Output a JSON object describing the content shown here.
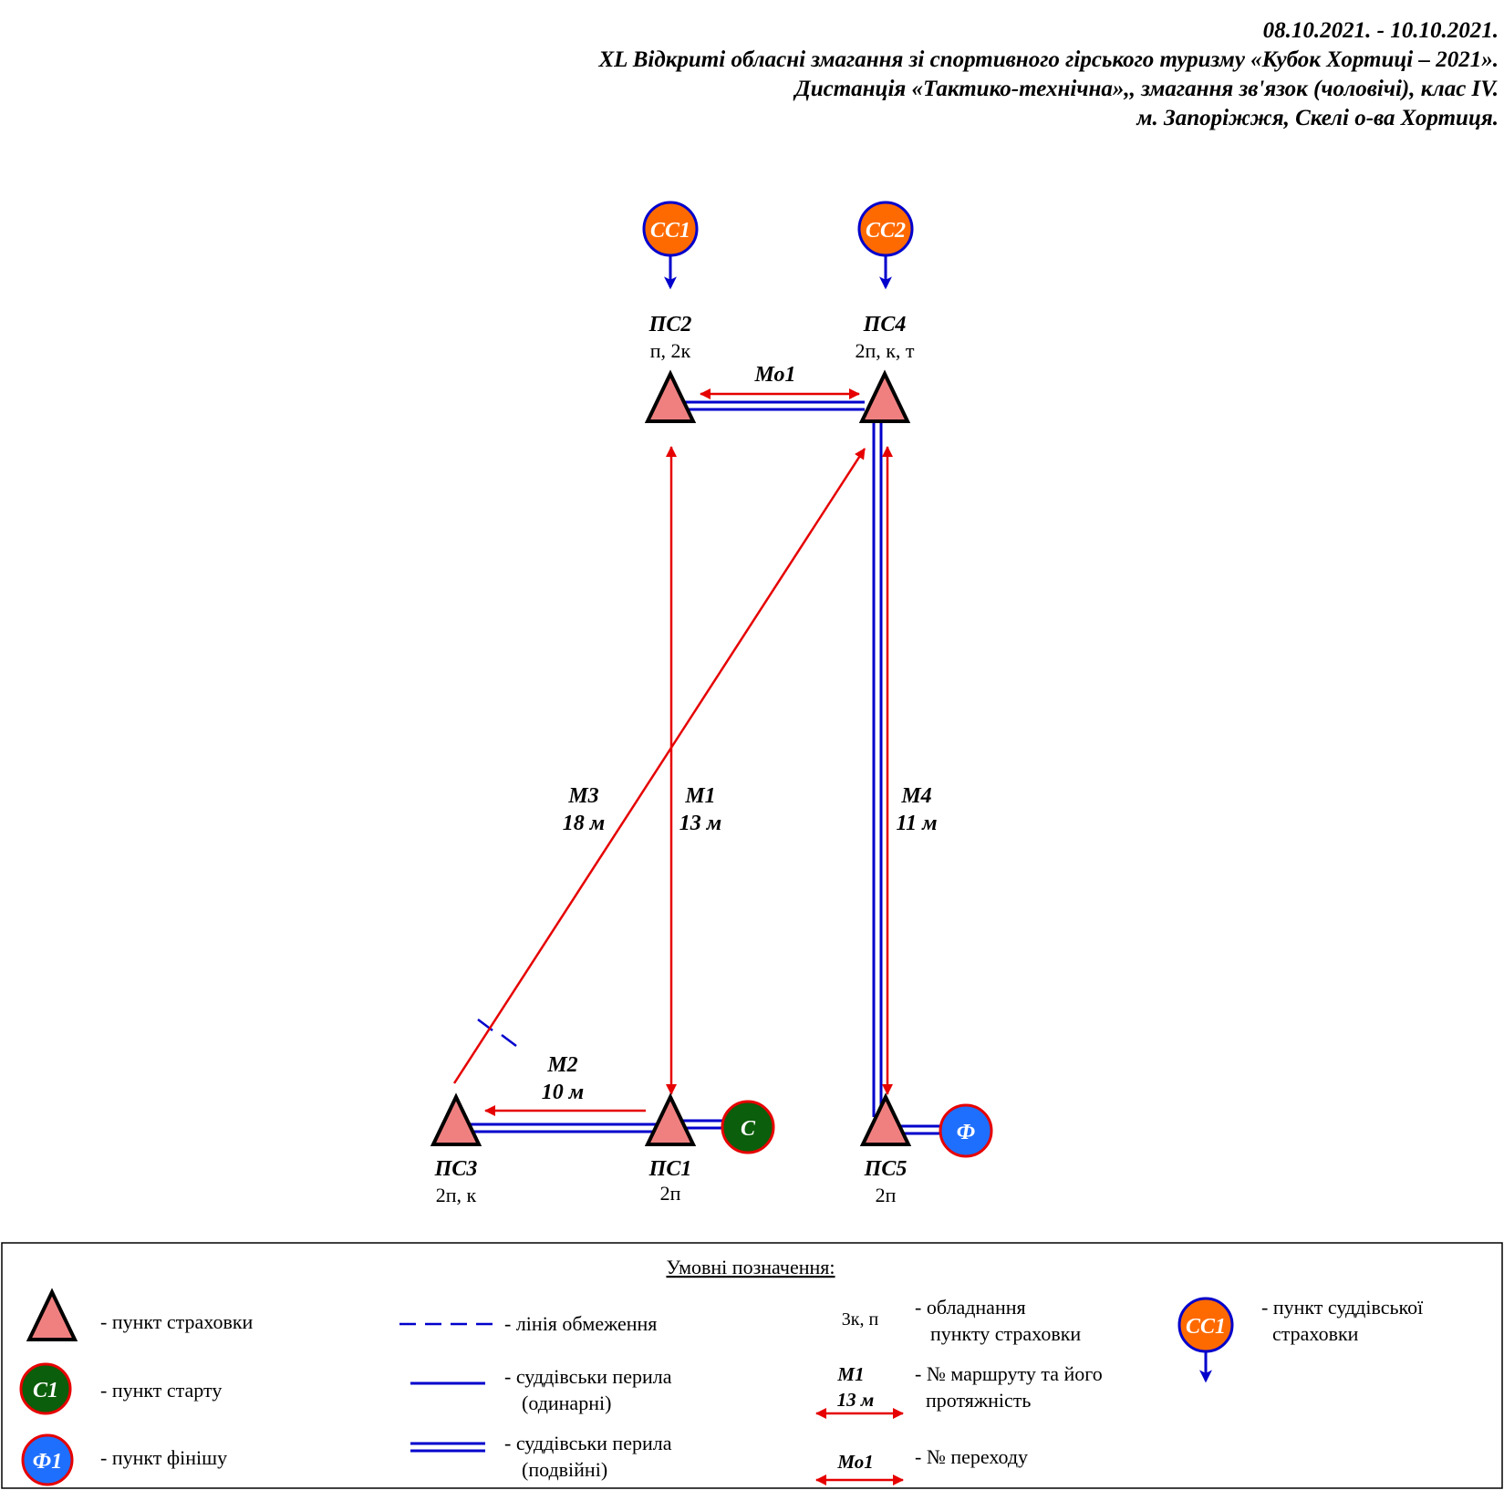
{
  "header": {
    "line1": "08.10.2021. - 10.10.2021.",
    "line2": "XL Відкриті обласні змагання зі спортивного гірського туризму «Кубок Хортиці – 2021».",
    "line3": "Дистанція «Тактико-технічна»,, змагання зв'язок (чоловічі), клас IV.",
    "line4": "м. Запоріжжя, Скелі о-ва Хортиця."
  },
  "colors": {
    "triangle_fill": "#f08080",
    "route_red": "#e60000",
    "rope_blue": "#0000cc",
    "start_green": "#0b5e0b",
    "finish_blue": "#1f6fff",
    "judge_orange": "#ff6a00"
  },
  "diagram": {
    "judges": [
      {
        "id": "cc1",
        "label": "СС1"
      },
      {
        "id": "cc2",
        "label": "СС2"
      }
    ],
    "points": {
      "ps1": {
        "name": "ПС1",
        "equip": "2п"
      },
      "ps2": {
        "name": "ПС2",
        "equip": "п, 2к"
      },
      "ps3": {
        "name": "ПС3",
        "equip": "2п, к"
      },
      "ps4": {
        "name": "ПС4",
        "equip": "2п, к, т"
      },
      "ps5": {
        "name": "ПС5",
        "equip": "2п"
      }
    },
    "start_label": "С",
    "finish_label": "Ф",
    "routes": {
      "mo1": {
        "name": "Мо1"
      },
      "m1": {
        "name": "М1",
        "length": "13 м"
      },
      "m2": {
        "name": "М2",
        "length": "10 м"
      },
      "m3": {
        "name": "М3",
        "length": "18 м"
      },
      "m4": {
        "name": "М4",
        "length": "11 м"
      }
    }
  },
  "legend": {
    "title": "Умовні позначення:",
    "belay_point": "- пункт страховки",
    "start_icon_label": "С1",
    "start_point": "- пункт старту",
    "finish_icon_label": "Ф1",
    "finish_point": "- пункт фінішу",
    "restriction_line": "- лінія обмеження",
    "single_rope_1": "- суддівськи перила",
    "single_rope_2": "(одинарні)",
    "double_rope_1": "- суддівськи перила",
    "double_rope_2": "(подвійні)",
    "equip_example": "3к, п",
    "equip_1": "- обладнання",
    "equip_2": "пункту страховки",
    "route_example_name": "М1",
    "route_example_length": "13 м",
    "route_1": "- № маршруту та його",
    "route_2": "протяжність",
    "transition_example": "Мо1",
    "transition": "- № переходу",
    "judge_icon_label": "СС1",
    "judge_1": "- пункт суддівської",
    "judge_2": "страховки"
  }
}
